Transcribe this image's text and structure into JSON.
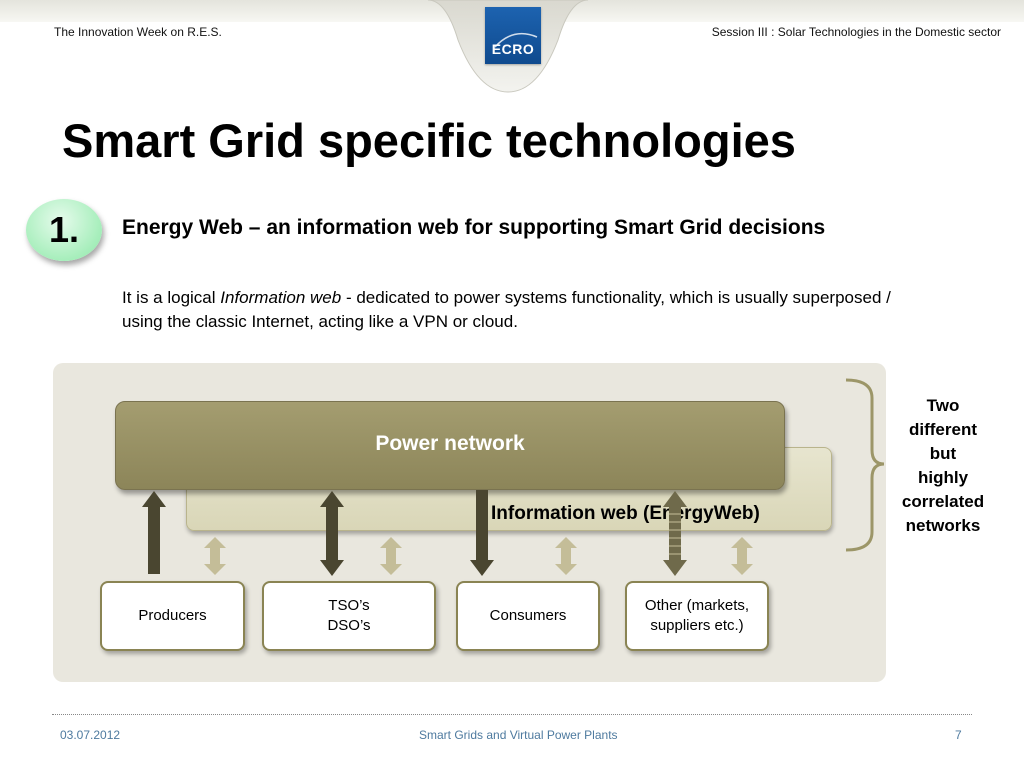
{
  "header": {
    "left_text": "The Innovation Week on R.E.S.",
    "right_text": "Session III : Solar Technologies in the Domestic sector",
    "logo_text": "ECRO"
  },
  "slide": {
    "title": "Smart Grid specific technologies",
    "number": "1.",
    "subheading": "Energy Web – an information web for supporting Smart Grid decisions",
    "body_prefix": "It is a logical ",
    "body_italic": "Information web",
    "body_suffix": " - dedicated to power systems functionality, which is usually superposed / using  the classic Internet, acting like a  VPN or cloud."
  },
  "diagram": {
    "power_network": "Power network",
    "information_web": "Information web   (EnergyWeb)",
    "entities": {
      "producers": "Producers",
      "tso": "TSO’s\nDSO’s",
      "consumers": "Consumers",
      "other": "Other (markets,\nsuppliers etc.)"
    },
    "brace_label": "Two\ndifferent\nbut\nhighly\ncorrelated\nnetworks"
  },
  "footer": {
    "date": "03.07.2012",
    "center": "Smart Grids and Virtual Power Plants",
    "page": "7"
  },
  "colors": {
    "power_box": "#958e62",
    "info_web_box": "#dedbbf",
    "panel": "#e9e7de",
    "arrow_dark": "#4a4630",
    "arrow_light": "#c4bd98",
    "badge": "#a6eebb",
    "logo": "#1a5ca8"
  }
}
